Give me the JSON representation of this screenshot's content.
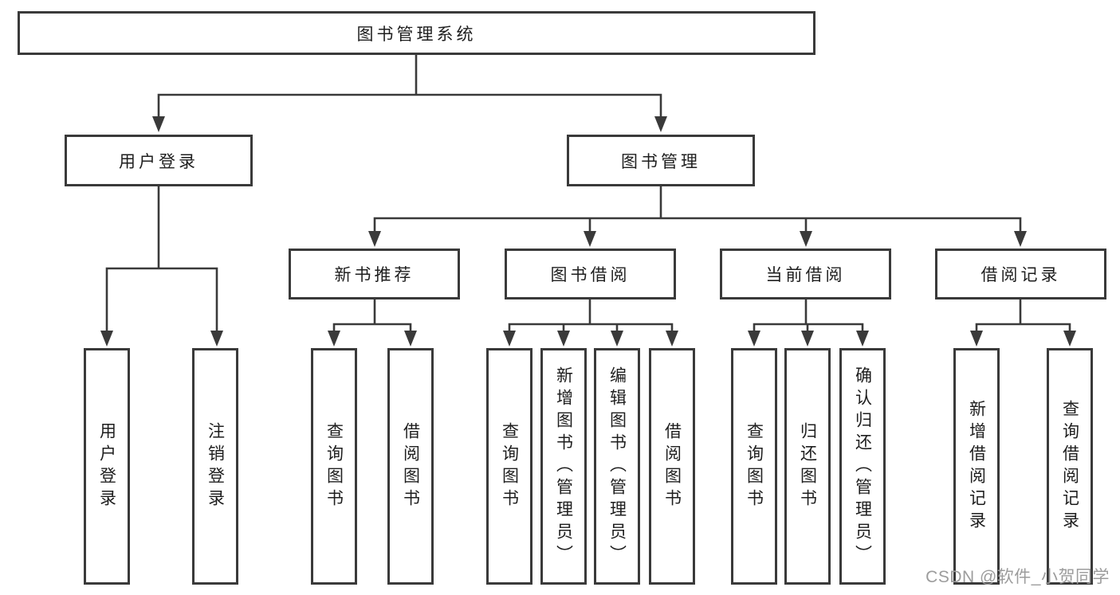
{
  "diagram": {
    "root": {
      "label": "图书管理系统"
    },
    "branches": {
      "login": {
        "label": "用户登录",
        "children": [
          {
            "label": "用户登录"
          },
          {
            "label": "注销登录"
          }
        ]
      },
      "management": {
        "label": "图书管理",
        "children": [
          {
            "label": "新书推荐",
            "children": [
              {
                "label": "查询图书"
              },
              {
                "label": "借阅图书"
              }
            ]
          },
          {
            "label": "图书借阅",
            "children": [
              {
                "label": "查询图书"
              },
              {
                "label": "新增图书（管理员）"
              },
              {
                "label": "编辑图书（管理员）"
              },
              {
                "label": "借阅图书"
              }
            ]
          },
          {
            "label": "当前借阅",
            "children": [
              {
                "label": "查询图书"
              },
              {
                "label": "归还图书"
              },
              {
                "label": "确认归还（管理员）"
              }
            ]
          },
          {
            "label": "借阅记录",
            "children": [
              {
                "label": "新增借阅记录"
              },
              {
                "label": "查询借阅记录"
              }
            ]
          }
        ]
      }
    },
    "watermark": "CSDN @软件_小贺同学",
    "colors": {
      "line": "#3a3a3a",
      "text": "#1e1e1e",
      "watermark": "#9c9c9c",
      "background": "#ffffff"
    }
  }
}
